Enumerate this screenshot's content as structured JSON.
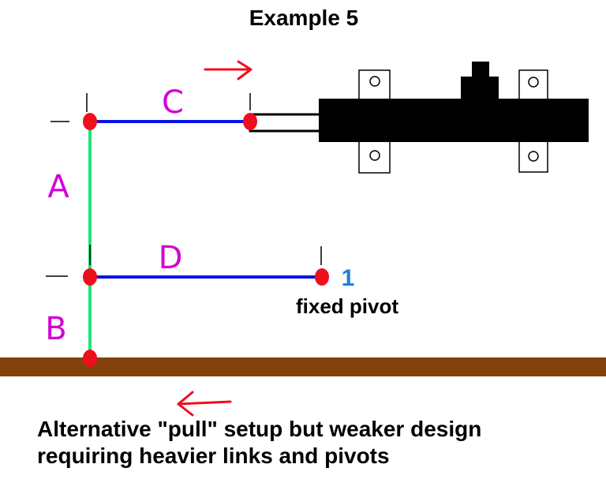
{
  "title": "Example 5",
  "links": {
    "a": "A",
    "b": "B",
    "c": "C",
    "d": "D"
  },
  "pivot": {
    "number": "1",
    "label": "fixed pivot"
  },
  "caption": {
    "line1": "Alternative \"pull\" setup but weaker design",
    "line2": "requiring heavier links and pivots"
  },
  "colors": {
    "vertical_link": "#1ee47a",
    "horizontal_link": "#0a14e6",
    "pivot_point": "#ee0f1d",
    "arrow": "#ee0f1d",
    "ground": "#84410b",
    "link_label": "#d400d4",
    "pivot_number": "#1e7fe0",
    "actuator": "#000000"
  }
}
